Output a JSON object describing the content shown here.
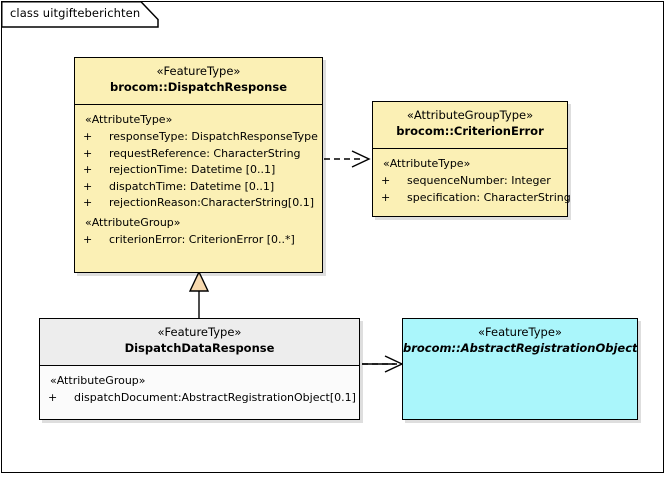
{
  "diagram": {
    "tab_label": "class uitgifteberichten",
    "colors": {
      "class_yellow": "#fbf0b5",
      "class_gray_header": "#ededed",
      "class_white": "#fbfbfb",
      "class_cyan": "#aaf6fb",
      "border": "#000000",
      "generalization_fill": "#f7d9ae"
    }
  },
  "classes": {
    "dispatch_response": {
      "stereotype": "«FeatureType»",
      "name": "brocom::DispatchResponse",
      "groups": [
        {
          "label": "«AttributeType»",
          "attributes": [
            {
              "visibility": "+",
              "text": "responseType: DispatchResponseType"
            },
            {
              "visibility": "+",
              "text": "requestReference: CharacterString"
            },
            {
              "visibility": "+",
              "text": "rejectionTime: Datetime [0..1]"
            },
            {
              "visibility": "+",
              "text": "dispatchTime: Datetime [0..1]"
            },
            {
              "visibility": "+",
              "text": "rejectionReason:CharacterString[0.1]"
            }
          ]
        },
        {
          "label": "«AttributeGroup»",
          "attributes": [
            {
              "visibility": "+",
              "text": "criterionError: CriterionError [0..*]"
            }
          ]
        }
      ]
    },
    "criterion_error": {
      "stereotype": "«AttributeGroupType»",
      "name": "brocom::CriterionError",
      "groups": [
        {
          "label": "«AttributeType»",
          "attributes": [
            {
              "visibility": "+",
              "text": "sequenceNumber: Integer"
            },
            {
              "visibility": "+",
              "text": "specification: CharacterString"
            }
          ]
        }
      ]
    },
    "dispatch_data_response": {
      "stereotype": "«FeatureType»",
      "name": "DispatchDataResponse",
      "groups": [
        {
          "label": "«AttributeGroup»",
          "attributes": [
            {
              "visibility": "+",
              "text": "dispatchDocument:AbstractRegistrationObject[0.1]"
            }
          ]
        }
      ]
    },
    "abstract_registration_object": {
      "stereotype": "«FeatureType»",
      "name": "brocom::AbstractRegistrationObject",
      "abstract": true
    }
  },
  "relationships": [
    {
      "name": "dependency-dispatchresponse-to-criterionerror",
      "type": "dependency",
      "from": "brocom::DispatchResponse",
      "to": "brocom::CriterionError"
    },
    {
      "name": "generalization-dispatchdataresponse-to-dispatchresponse",
      "type": "generalization",
      "from": "DispatchDataResponse",
      "to": "brocom::DispatchResponse"
    },
    {
      "name": "dependency-dispatchdataresponse-to-abstractregistrationobject",
      "type": "dependency",
      "from": "DispatchDataResponse",
      "to": "brocom::AbstractRegistrationObject"
    }
  ]
}
